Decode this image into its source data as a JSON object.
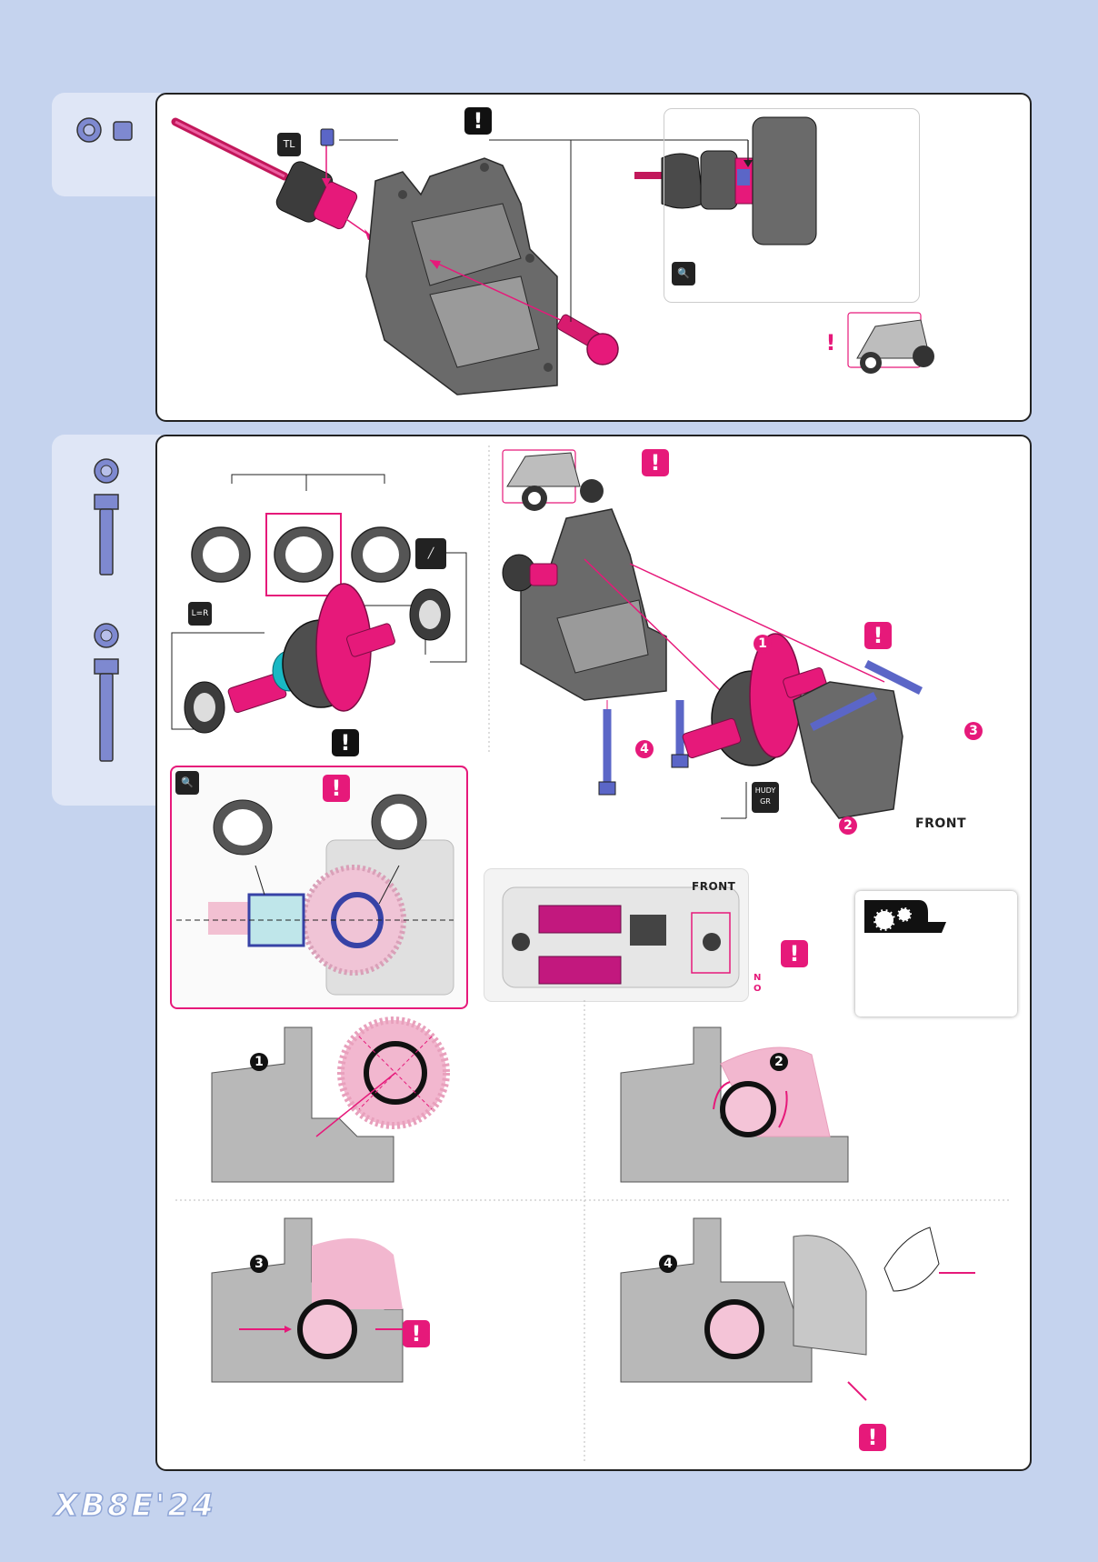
{
  "brand": {
    "logo_text": "XB8E'24"
  },
  "labels": {
    "front": "FRONT",
    "warning": "!",
    "no_vertical": "NO",
    "tool_tl": "TL",
    "tool_lr": "L=R",
    "hudy_brand": "HUDY",
    "hudy_grease": "GR"
  },
  "callouts": {
    "num1": "1",
    "num2": "2",
    "num3": "3",
    "num4": "4"
  },
  "colors": {
    "page_bg": "#c5d3ee",
    "accent": "#e6197a",
    "part_gray": "#5f5f5f",
    "screw_blue": "#6a74c4"
  }
}
